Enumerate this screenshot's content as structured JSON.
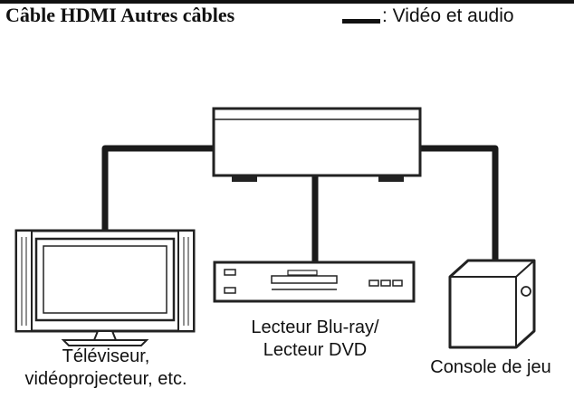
{
  "header": {
    "title": "Câble HDMI Autres câbles",
    "legend_text": ": Vidéo et audio"
  },
  "devices": {
    "tv_label_line1": "Téléviseur,",
    "tv_label_line2": "vidéoprojecteur, etc.",
    "player_label_line1": "Lecteur Blu-ray/",
    "player_label_line2": "Lecteur DVD",
    "console_label": "Console de jeu"
  },
  "colors": {
    "ink": "#111111",
    "cable": "#1a1a1a",
    "outline": "#222222"
  },
  "icons": [
    "receiver-icon",
    "television-icon",
    "bluray-player-icon",
    "game-console-icon"
  ]
}
